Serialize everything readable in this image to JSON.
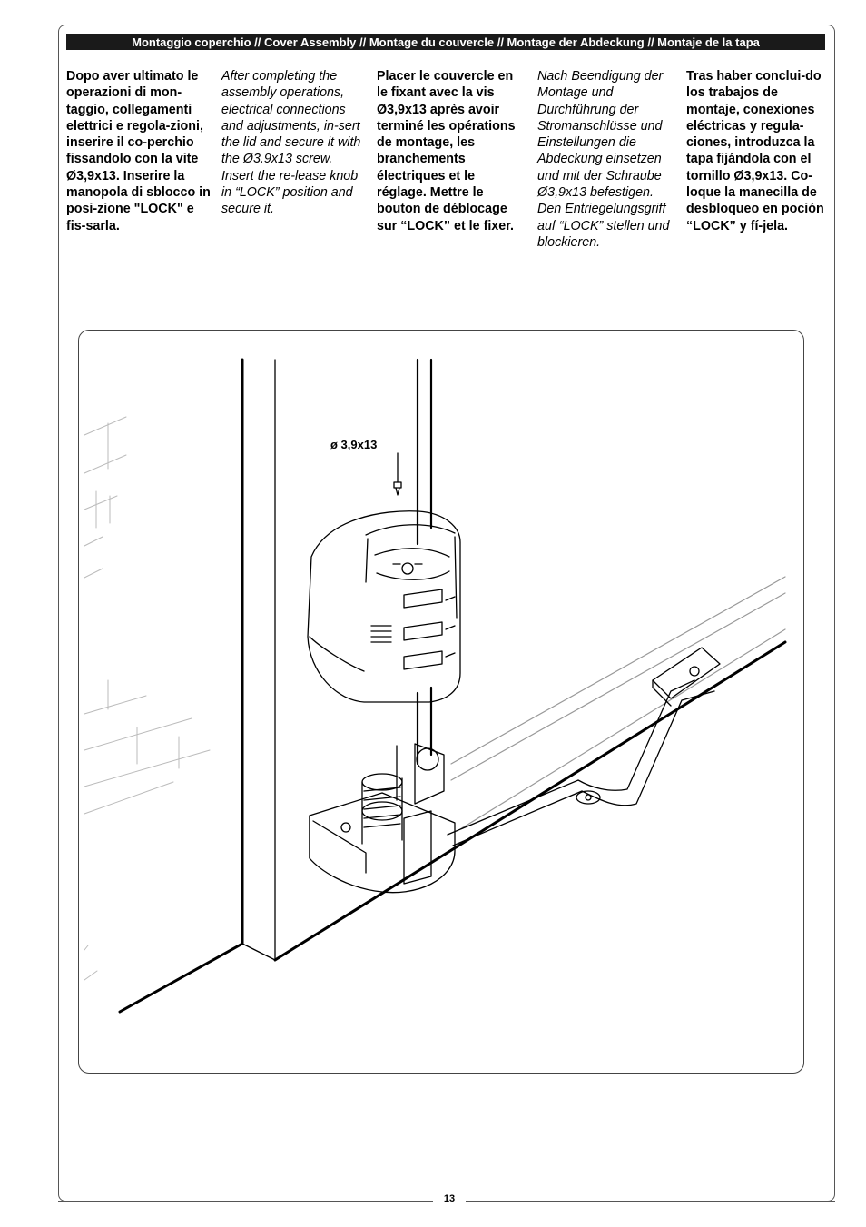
{
  "header": {
    "title": "Montaggio coperchio  //  Cover Assembly  //  Montage du couvercle  //  Montage der Abdeckung   //   Montaje de la tapa"
  },
  "columns": {
    "italian": "Dopo aver ultimato le operazioni di mon-taggio, collegamenti elettrici e regola-zioni, inserire il co-perchio fissandolo con la vite Ø3,9x13. Inserire la manopola di sblocco in posi-zione \"LOCK\" e fis-sarla.",
    "english": "After completing the assembly operations, electrical connections and adjustments, in-sert the lid and secure it with the Ø3.9x13 screw. Insert the re-lease knob in “LOCK” position and secure it.",
    "french": "Placer le couvercle en le fixant avec la vis Ø3,9x13 après avoir terminé les opérations de montage, les branchements électriques et le réglage. Mettre le bouton de déblocage sur “LOCK” et le fixer.",
    "german": "Nach Beendigung der Montage und Durchführung der Stromanschlüsse und Einstellungen die Abdeckung einsetzen und mit der Schraube Ø3,9x13 befestigen. Den Entriegelungsgriff auf “LOCK” stellen und blockieren.",
    "spanish": "Tras haber conclui-do los trabajos de montaje, conexiones eléctricas y regula-ciones, introduzca la tapa fijándola con el tornillo Ø3,9x13. Co-loque la manecilla de desbloqueo en poción “LOCK” y fí-jela."
  },
  "figure": {
    "screw_label": "ø 3,9x13"
  },
  "footer": {
    "page_number": "13"
  },
  "colors": {
    "title_bar_bg": "#1a1a1a",
    "line": "#000000"
  }
}
